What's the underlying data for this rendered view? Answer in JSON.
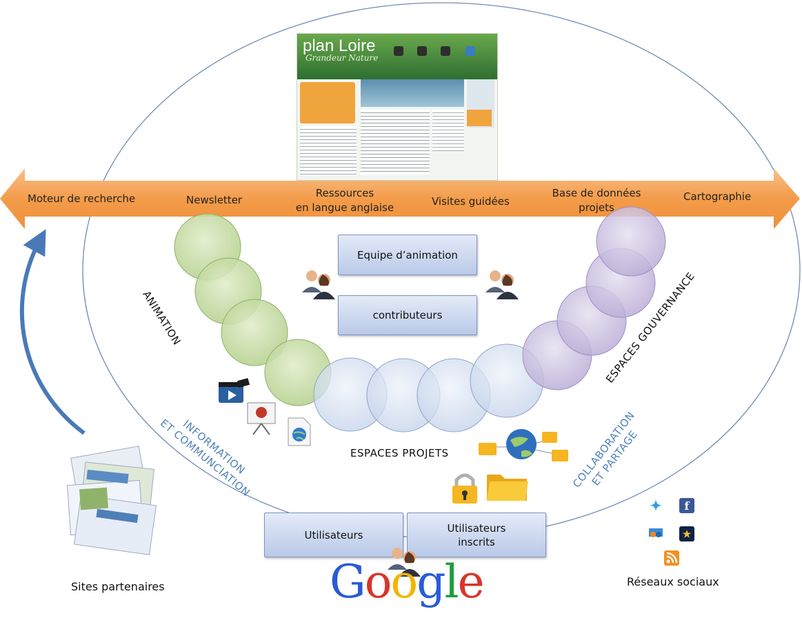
{
  "arrow_labels": {
    "moteur": "Moteur de recherche",
    "newsletter": "Newsletter",
    "ressources_1": "Ressources",
    "ressources_2": "en langue anglaise",
    "visites": "Visites guidées",
    "base_1": "Base de données",
    "base_2": "projets",
    "cartographie": "Cartographie"
  },
  "boxes": {
    "equipe": "Equipe d’animation",
    "contributeurs": "contributeurs",
    "utilisateurs": "Utilisateurs",
    "inscrits_1": "Utilisateurs",
    "inscrits_2": "inscrits"
  },
  "areas": {
    "animation": "ANIMATION",
    "gouvernance": "ESPACES GOUVERNANCE",
    "projets": "ESPACES PROJETS",
    "info_1": "INFORMATION",
    "info_2": "ET COMMUNCIATION",
    "collab_1": "COLLABORATION",
    "collab_2": "ET PARTAGE"
  },
  "captions": {
    "sites": "Sites partenaires",
    "reseaux": "Réseaux sociaux"
  },
  "google": [
    "G",
    "o",
    "o",
    "g",
    "l",
    "e"
  ],
  "google_colors": [
    "#2a5bd7",
    "#d9352b",
    "#f4b400",
    "#2a5bd7",
    "#1f9d3f",
    "#d9352b"
  ],
  "website": {
    "title": "plan Loire",
    "subtitle": "Grandeur Nature"
  },
  "colors": {
    "arrow": "#f5a355",
    "circle_green": "#c6dca4",
    "circle_blue": "#d6e0f0",
    "circle_purple": "#cfc6e1",
    "accent_blue": "#4f82b9"
  }
}
